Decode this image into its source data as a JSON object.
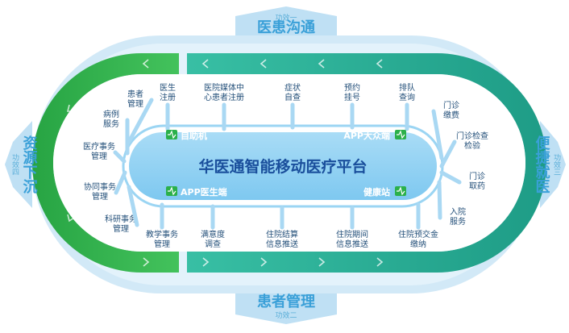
{
  "functions": {
    "top": {
      "sub": "功效一",
      "label": "医患沟通"
    },
    "right": {
      "sub": "功效三",
      "label": "便捷就医"
    },
    "bottom": {
      "sub": "功效二",
      "label": "患者管理"
    },
    "left": {
      "sub": "功效四",
      "label": "资源下沉"
    }
  },
  "tracks": {
    "doctor": "医生端",
    "public": "大众端"
  },
  "center": {
    "title": "华医通智能移动医疗平台",
    "badges": [
      "自助机",
      "APP大众端",
      "APP医生端",
      "健康站"
    ]
  },
  "items": {
    "top": [
      [
        "医生",
        "注册"
      ],
      [
        "医院媒体中",
        "心患者注册"
      ],
      [
        "症状",
        "自查"
      ],
      [
        "预约",
        "挂号"
      ],
      [
        "排队",
        "查询"
      ]
    ],
    "right": [
      [
        "门诊",
        "缴费"
      ],
      [
        "门诊检查",
        "检验"
      ],
      [
        "门诊",
        "取药"
      ],
      [
        "入院",
        "服务"
      ]
    ],
    "bottom": [
      [
        "教学事务",
        "管理"
      ],
      [
        "满意度",
        "调查"
      ],
      [
        "住院结算",
        "信息推送"
      ],
      [
        "住院期间",
        "信息推送"
      ],
      [
        "住院预交金",
        "缴纳"
      ]
    ],
    "left": [
      [
        "患者",
        "管理"
      ],
      [
        "病例",
        "服务"
      ],
      [
        "医疗事务",
        "管理"
      ],
      [
        "协同事务",
        "管理"
      ],
      [
        "科研事务",
        "管理"
      ]
    ]
  },
  "colors": {
    "green": "#2bb04a",
    "teal": "#1ea08a",
    "light_blue": "#cfe8f7",
    "center_blue": "#8fd0f3",
    "label_blue": "#3aa0d8"
  }
}
